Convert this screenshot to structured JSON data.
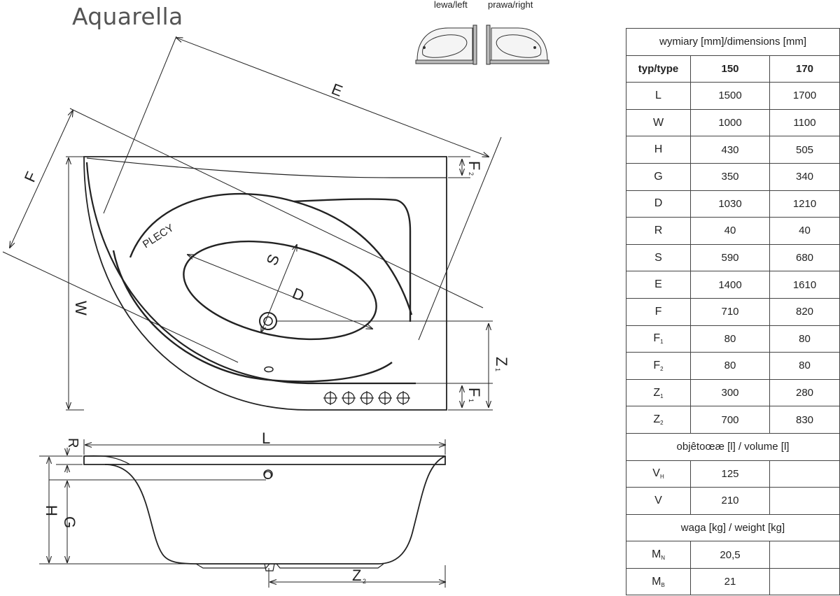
{
  "title": "Aquarella",
  "variants": {
    "left": "lewa/left",
    "right": "prawa/right"
  },
  "drawing_labels": {
    "E": "E",
    "F": "F",
    "W": "W",
    "L": "L",
    "R": "R",
    "H": "H",
    "G": "G",
    "S": "S",
    "D": "D",
    "O": "O",
    "F1": "F",
    "F1_sub": "1",
    "F2": "F",
    "F2_sub": "2",
    "Z1": "Z",
    "Z1_sub": "1",
    "Z2": "Z",
    "Z2_sub": "2",
    "plecy": "PLECY"
  },
  "table": {
    "dimensions_header": "wymiary [mm]/dimensions [mm]",
    "type_label": "typ/type",
    "types": [
      "150",
      "170"
    ],
    "rows": [
      {
        "p": "L",
        "sub": "",
        "v": [
          "1500",
          "1700"
        ]
      },
      {
        "p": "W",
        "sub": "",
        "v": [
          "1000",
          "1100"
        ]
      },
      {
        "p": "H",
        "sub": "",
        "v": [
          "430",
          "505"
        ]
      },
      {
        "p": "G",
        "sub": "",
        "v": [
          "350",
          "340"
        ]
      },
      {
        "p": "D",
        "sub": "",
        "v": [
          "1030",
          "1210"
        ]
      },
      {
        "p": "R",
        "sub": "",
        "v": [
          "40",
          "40"
        ]
      },
      {
        "p": "S",
        "sub": "",
        "v": [
          "590",
          "680"
        ]
      },
      {
        "p": "E",
        "sub": "",
        "v": [
          "1400",
          "1610"
        ]
      },
      {
        "p": "F",
        "sub": "",
        "v": [
          "710",
          "820"
        ]
      },
      {
        "p": "F",
        "sub": "1",
        "v": [
          "80",
          "80"
        ]
      },
      {
        "p": "F",
        "sub": "2",
        "v": [
          "80",
          "80"
        ]
      },
      {
        "p": "Z",
        "sub": "1",
        "v": [
          "300",
          "280"
        ]
      },
      {
        "p": "Z",
        "sub": "2",
        "v": [
          "700",
          "830"
        ]
      }
    ],
    "volume_header": "objêtoœæ [l] / volume [l]",
    "volume_rows": [
      {
        "p": "V",
        "sub": "H",
        "v": [
          "125",
          ""
        ]
      },
      {
        "p": "V",
        "sub": "",
        "v": [
          "210",
          ""
        ]
      }
    ],
    "weight_header": "waga [kg] / weight [kg]",
    "weight_rows": [
      {
        "p": "M",
        "sub": "N",
        "v": [
          "20,5",
          ""
        ]
      },
      {
        "p": "M",
        "sub": "B",
        "v": [
          "21",
          ""
        ]
      }
    ]
  }
}
